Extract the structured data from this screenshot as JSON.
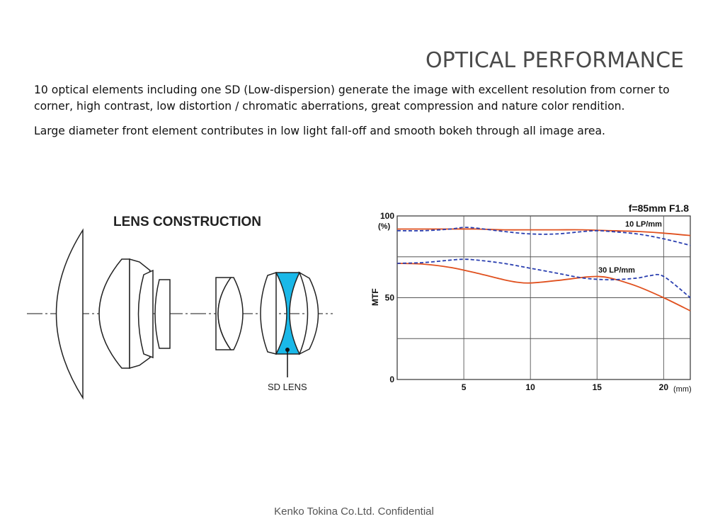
{
  "page": {
    "title": "OPTICAL PERFORMANCE",
    "paragraph_1": "10 optical elements including one SD (Low-dispersion) generate the image with excellent resolution from corner to corner, high contrast, low distortion / chromatic aberrations, great compression and nature color rendition.",
    "paragraph_2": "Large diameter front element contributes in low light fall-off and smooth bokeh through all image area.",
    "footer": "Kenko Tokina Co.Ltd. Confidential"
  },
  "lens_diagram": {
    "title": "LENS CONSTRUCTION",
    "sd_label": "SD LENS",
    "sd_color": "#1ab8e8"
  },
  "chart_data": {
    "type": "line",
    "title": "f=85mm F1.8",
    "xlabel": "",
    "x_unit": "(mm)",
    "ylabel": "MTF",
    "y_unit": "(%)",
    "xlim": [
      0,
      22
    ],
    "ylim": [
      0,
      100
    ],
    "x_ticks": [
      5,
      10,
      15,
      20
    ],
    "y_ticks": [
      0,
      50,
      100
    ],
    "grid": true,
    "series_labels": [
      "10 LP/mm",
      "30 LP/mm"
    ],
    "series": [
      {
        "group": "10 LP/mm",
        "line": "solid",
        "color": "#e0501e",
        "x": [
          0,
          2,
          4,
          6,
          8,
          10,
          12,
          14,
          16,
          18,
          20,
          22
        ],
        "y": [
          92,
          92,
          92,
          92,
          91.5,
          91.5,
          91.5,
          91.5,
          91,
          90.5,
          89.5,
          88
        ]
      },
      {
        "group": "10 LP/mm",
        "line": "dashed",
        "color": "#2a3fb0",
        "x": [
          0,
          2,
          4,
          5,
          6,
          8,
          10,
          12,
          14,
          15,
          16,
          18,
          20,
          22
        ],
        "y": [
          91,
          91,
          92,
          93,
          92.5,
          90.5,
          89,
          89,
          90.5,
          91,
          90.5,
          89,
          86,
          82
        ]
      },
      {
        "group": "30 LP/mm",
        "line": "solid",
        "color": "#e0501e",
        "x": [
          0,
          2,
          4,
          6,
          8,
          9,
          10,
          12,
          14,
          15,
          16,
          18,
          20,
          22
        ],
        "y": [
          71,
          70.5,
          68.5,
          65,
          61,
          59.5,
          59,
          60.5,
          62.5,
          63,
          62,
          57,
          50,
          42
        ]
      },
      {
        "group": "30 LP/mm",
        "line": "dashed",
        "color": "#2a3fb0",
        "x": [
          0,
          2,
          4,
          5,
          6,
          8,
          10,
          12,
          14,
          16,
          18,
          19,
          20,
          22
        ],
        "y": [
          71,
          71.5,
          73,
          73.5,
          73,
          71,
          68,
          65,
          62,
          61,
          62,
          63.5,
          63,
          50
        ]
      }
    ]
  }
}
